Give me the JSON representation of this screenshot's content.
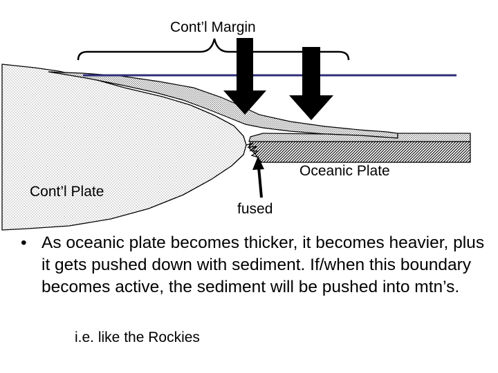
{
  "labels": {
    "continental_margin": "Cont’l Margin",
    "oceanic_plate": "Oceanic Plate",
    "continental_plate": "Cont’l Plate",
    "fused": "fused"
  },
  "bullets": [
    {
      "marker": "•",
      "text": "As oceanic plate becomes thicker, it becomes heavier, plus it gets pushed down with sediment. If/when this boundary becomes active, the sediment will be pushed into mtn’s."
    }
  ],
  "sub_note": "i.e. like the Rockies",
  "colors": {
    "sea_level_line": "#2e2e7a",
    "outline": "#000000",
    "background": "#ffffff"
  }
}
